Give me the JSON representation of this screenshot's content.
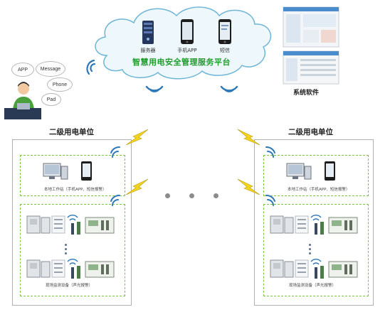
{
  "platform": {
    "title": "智慧用电安全管理服务平台",
    "server_label": "服务器",
    "app_label": "手机APP",
    "sms_label": "短信"
  },
  "client_bubbles": [
    "APP",
    "Message",
    "Phone",
    "Pad"
  ],
  "system_software_label": "系统软件",
  "units": [
    {
      "title": "二级用电单位",
      "local_caption": "本地工作站（手机APP、短信报警）",
      "field_caption": "现场监测设备（声光报警）"
    },
    {
      "title": "二级用电单位",
      "local_caption": "本地工作站（手机APP、短信报警）",
      "field_caption": "现场监测设备（声光报警）"
    }
  ],
  "colors": {
    "cloud_fill": "#eef7fb",
    "cloud_stroke": "#6fb6d6",
    "platform_title": "#1e9d2c",
    "wifi": "#2e78b8",
    "lightning": "#f4d41c",
    "dashed_border": "#7cc442"
  },
  "icons": [
    "server-icon",
    "phone-icon",
    "sms-icon",
    "wifi-icon",
    "lightning-icon",
    "computer-icon",
    "breaker-icon",
    "sensor-icon",
    "monitor-device-icon"
  ]
}
